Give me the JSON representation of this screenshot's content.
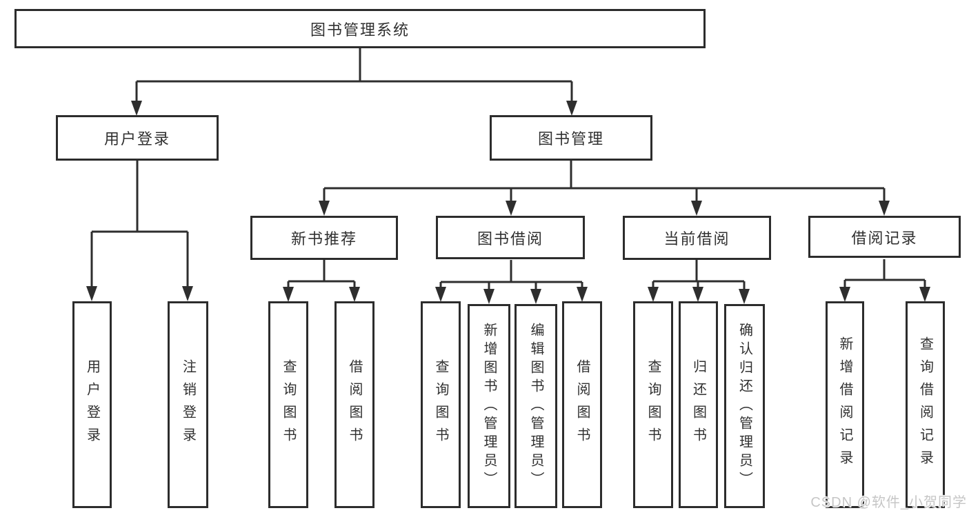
{
  "diagram": {
    "root": {
      "label": "图书管理系统"
    },
    "level2": [
      {
        "id": "user-login",
        "label": "用户登录"
      },
      {
        "id": "book-management",
        "label": "图书管理"
      }
    ],
    "level3": [
      {
        "id": "new-book-recommend",
        "label": "新书推荐"
      },
      {
        "id": "book-borrow",
        "label": "图书借阅"
      },
      {
        "id": "current-borrow",
        "label": "当前借阅"
      },
      {
        "id": "borrow-record",
        "label": "借阅记录"
      }
    ],
    "children": {
      "user_login": [
        {
          "label": "用户登录"
        },
        {
          "label": "注销登录"
        }
      ],
      "new_book_recommend": [
        {
          "label": "查询图书"
        },
        {
          "label": "借阅图书"
        }
      ],
      "book_borrow": [
        {
          "label": "查询图书"
        },
        {
          "label": "新增图书（管理员）"
        },
        {
          "label": "编辑图书（管理员）"
        },
        {
          "label": "借阅图书"
        }
      ],
      "current_borrow": [
        {
          "label": "查询图书"
        },
        {
          "label": "归还图书"
        },
        {
          "label": "确认归还（管理员）"
        }
      ],
      "borrow_record": [
        {
          "label": "新增借阅记录"
        },
        {
          "label": "查询借阅记录"
        }
      ]
    }
  },
  "watermark": {
    "text": "CSDN @软件_小贺同学"
  },
  "colors": {
    "background": "#ffffff",
    "box_border": "#2c2c2c",
    "line": "#2e2e2e",
    "text": "#303030",
    "watermark": "#c6c6c6"
  }
}
